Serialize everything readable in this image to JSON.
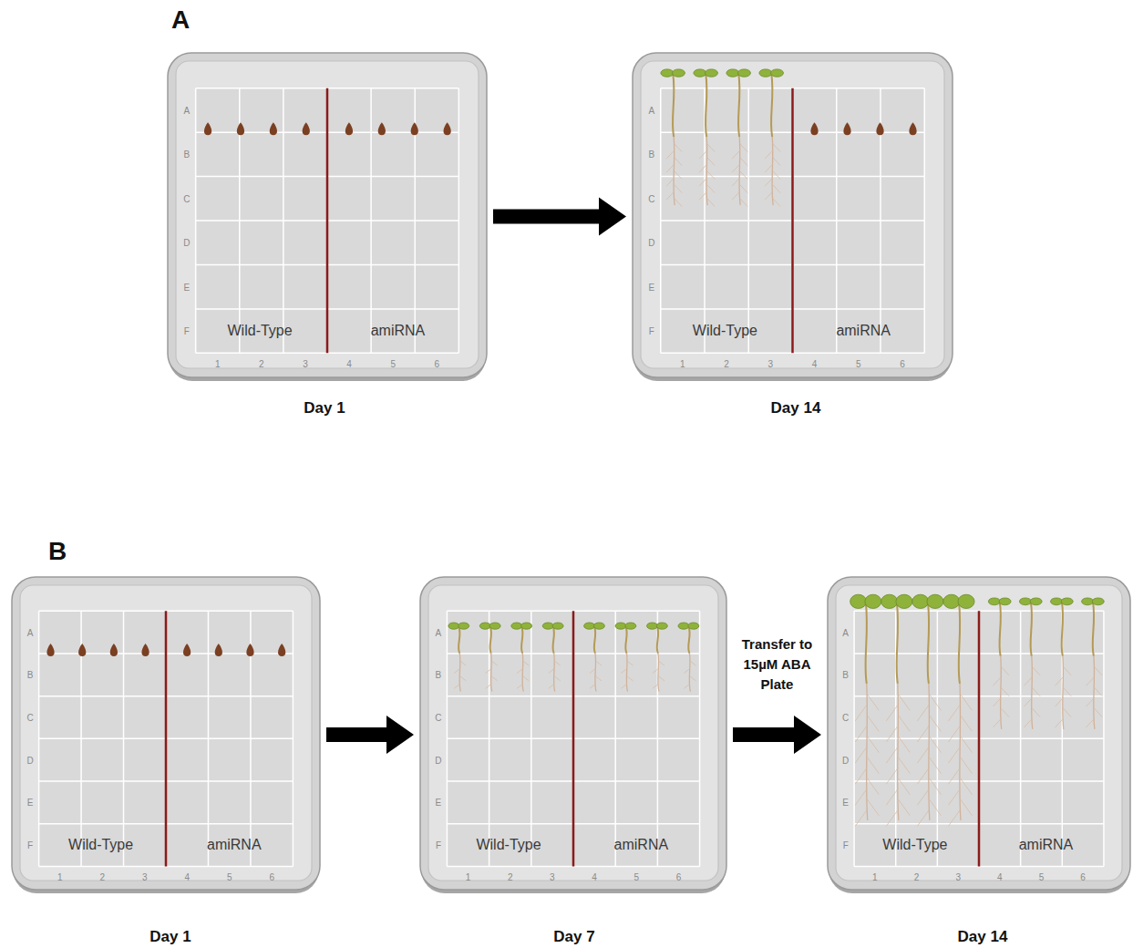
{
  "diagram": {
    "nodes": [
      {
        "text": [
          "Wild-Type",
          "amiRNA"
        ]
      },
      {
        "text": [
          "Wild-Type",
          "amiRNA"
        ]
      },
      {
        "text": [
          "Wild-Type",
          "amiRNA"
        ]
      },
      {
        "text": [
          "Wild-Type",
          "amiRNA"
        ]
      },
      {
        "text": [
          "Wild-Type",
          "amiRNA"
        ]
      }
    ],
    "edges": [
      {
        "from": 0,
        "to": 1,
        "arrow": "to"
      },
      {
        "from": 2,
        "to": 3,
        "arrow": "to"
      },
      {
        "from": 3,
        "to": 4,
        "label": "Transfer to 15µM ABA Plate",
        "arrow": "to"
      }
    ],
    "labels": [
      "A",
      "B",
      "Day 1",
      "Day 14",
      "Day 1",
      "Day 7",
      "Day 14",
      "A",
      "B",
      "C",
      "D",
      "E",
      "F",
      "1",
      "2",
      "3",
      "4",
      "5",
      "6",
      "A",
      "B",
      "C",
      "D",
      "E",
      "F",
      "1",
      "2",
      "3",
      "4",
      "5",
      "6",
      "A",
      "B",
      "C",
      "D",
      "E",
      "F",
      "1",
      "2",
      "3",
      "4",
      "5",
      "6",
      "A",
      "B",
      "C",
      "D",
      "E",
      "F",
      "1",
      "2",
      "3",
      "4",
      "5",
      "6",
      "A",
      "B",
      "C",
      "D",
      "E",
      "F",
      "1",
      "2",
      "3",
      "4",
      "5",
      "6"
    ]
  }
}
